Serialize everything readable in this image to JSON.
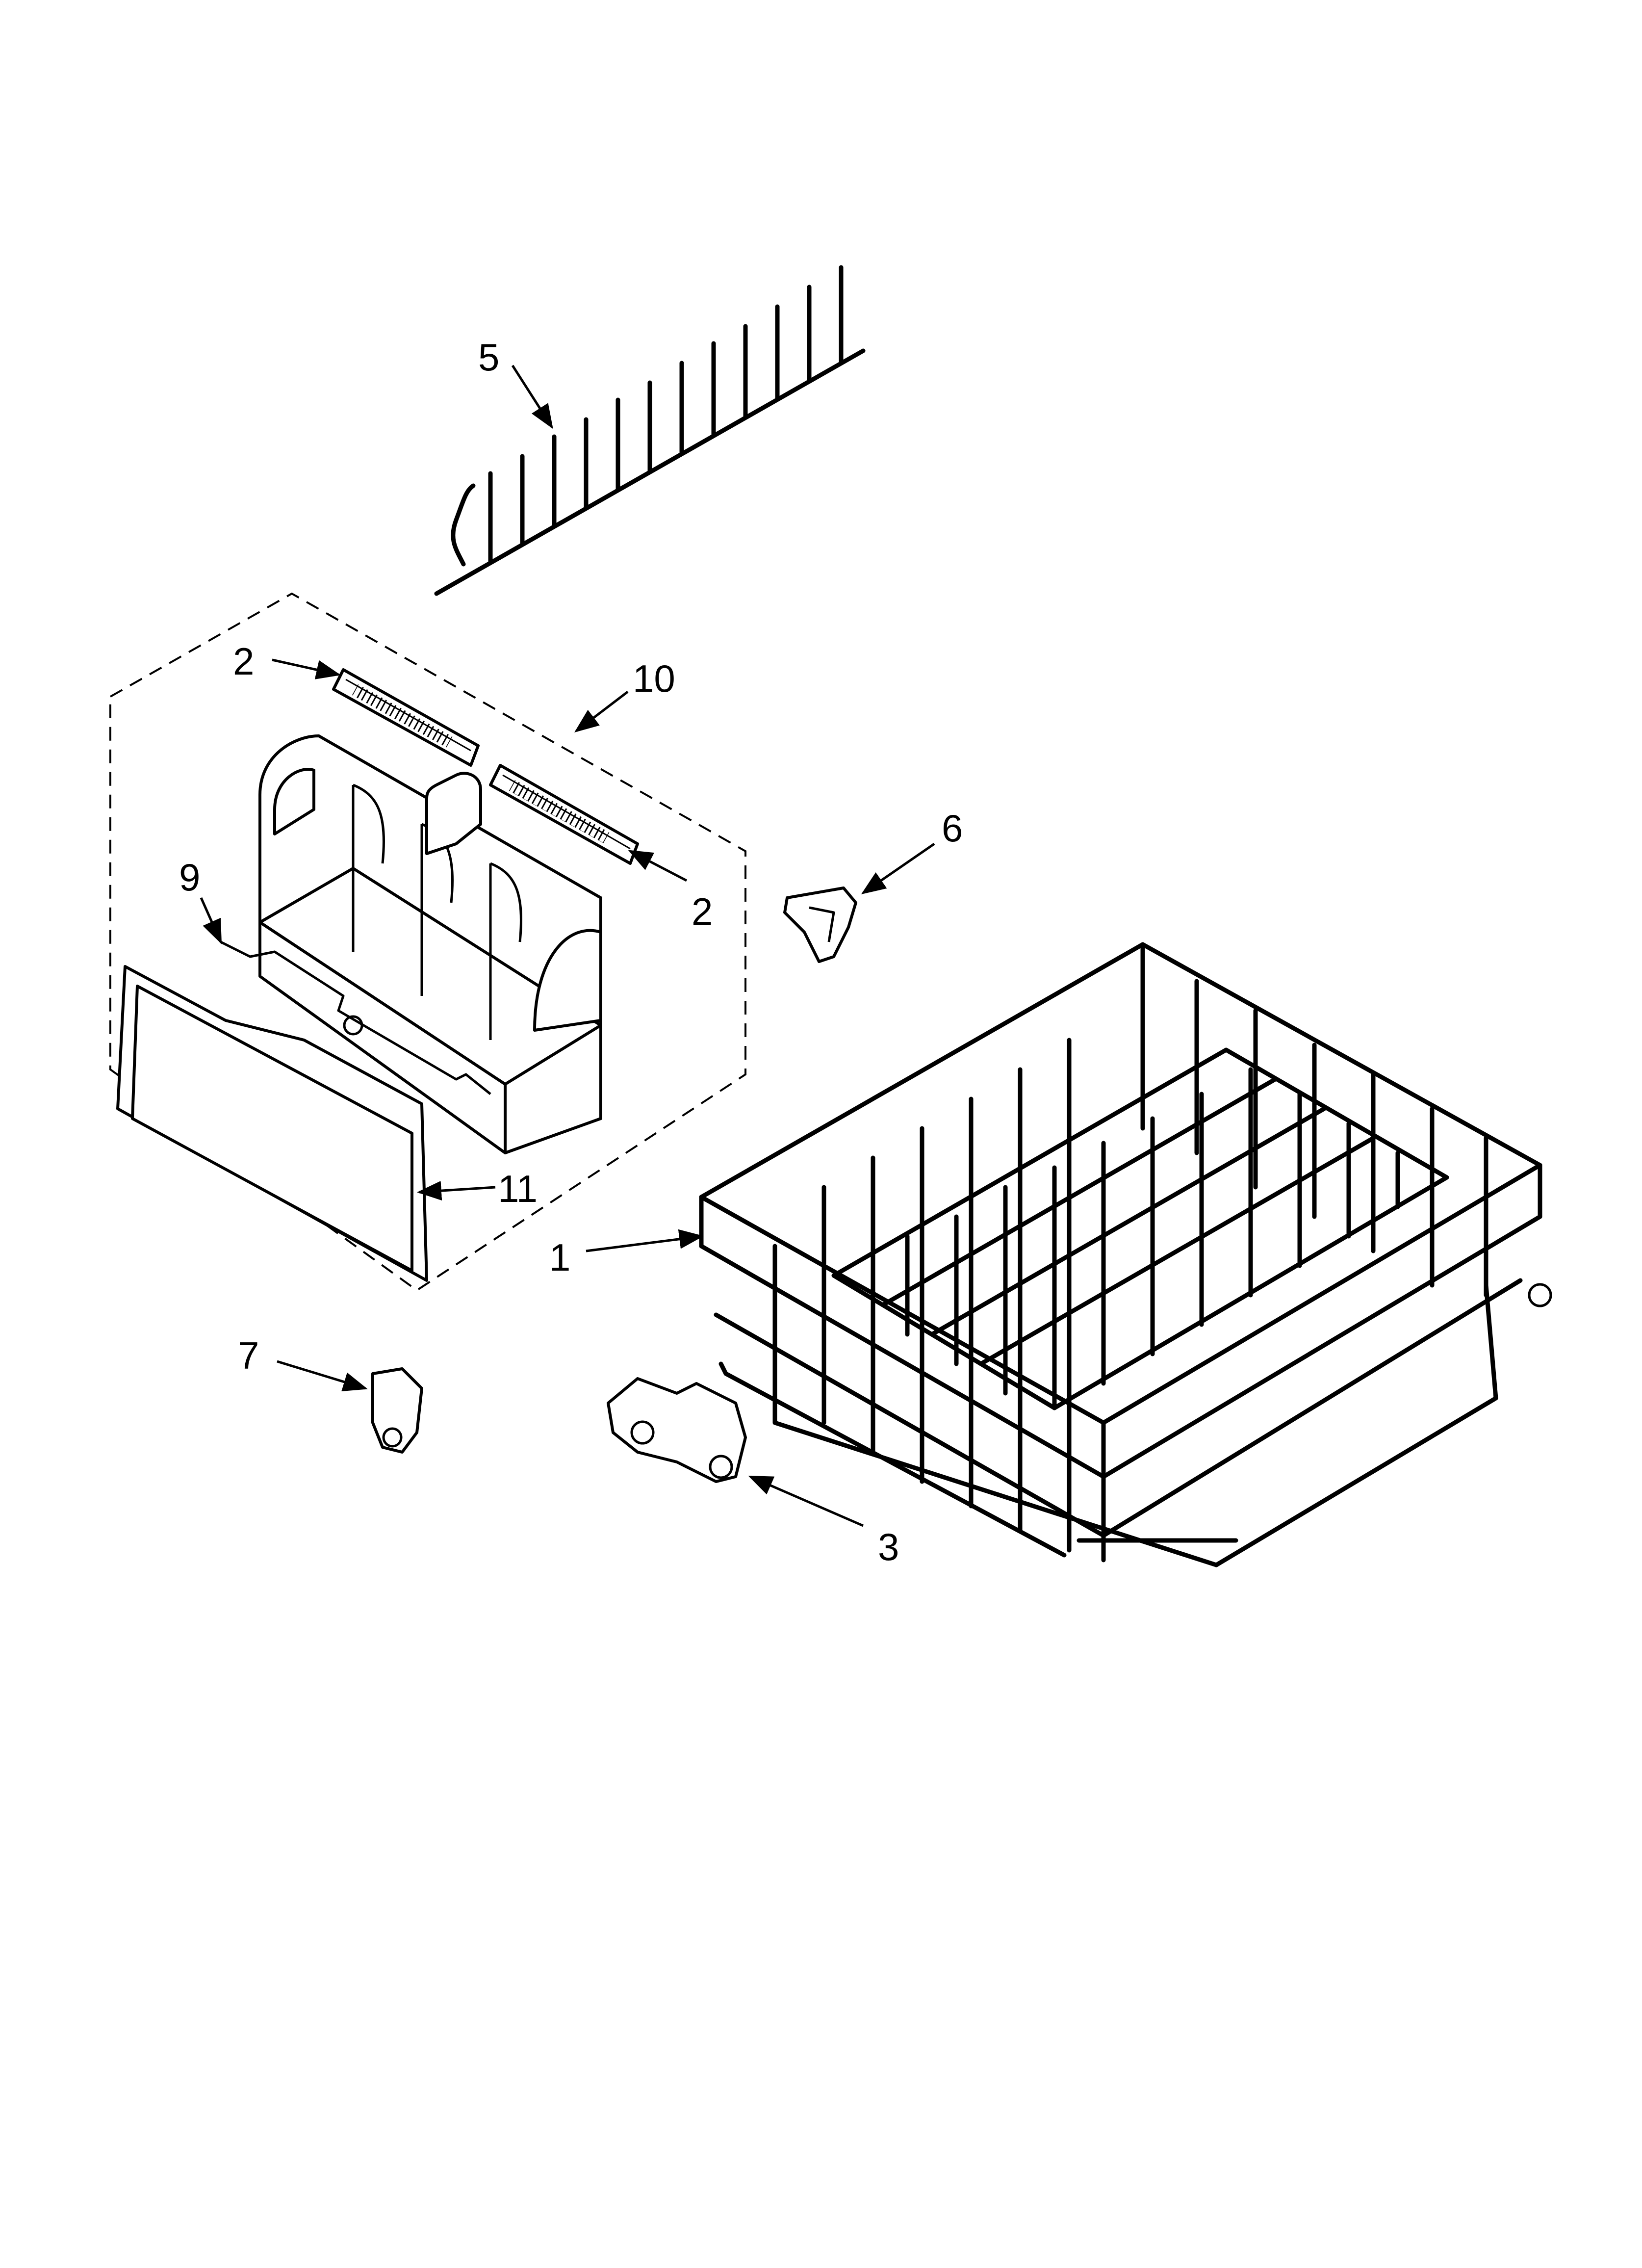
{
  "callouts": [
    {
      "id": "c5",
      "label": "5"
    },
    {
      "id": "c2a",
      "label": "2"
    },
    {
      "id": "c10",
      "label": "10"
    },
    {
      "id": "c2b",
      "label": "2"
    },
    {
      "id": "c6",
      "label": "6"
    },
    {
      "id": "c9",
      "label": "9"
    },
    {
      "id": "c11",
      "label": "11"
    },
    {
      "id": "c1",
      "label": "1"
    },
    {
      "id": "c7",
      "label": "7"
    },
    {
      "id": "c3",
      "label": "3"
    }
  ]
}
